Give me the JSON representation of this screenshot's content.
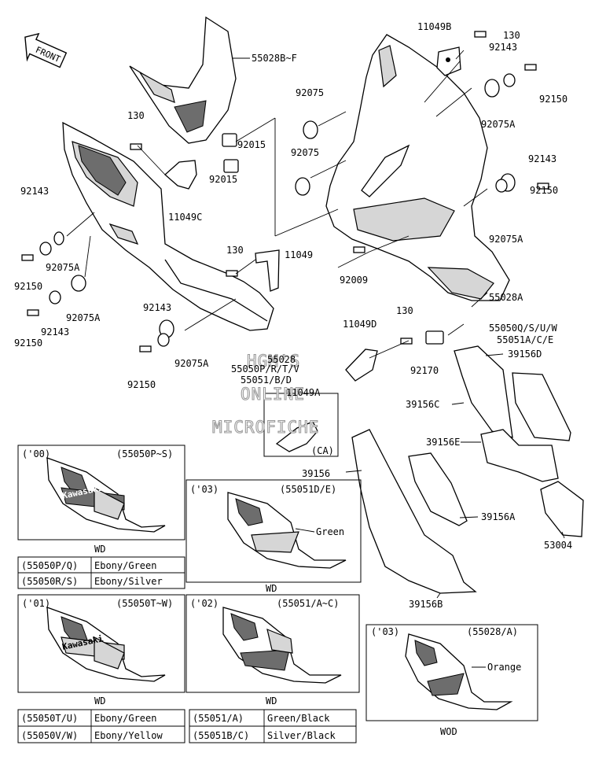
{
  "front_label": "FRONT",
  "watermark": [
    "HGM'S",
    "ONLINE",
    "MICROFICHE"
  ],
  "callouts": {
    "c_55028BF": "55028B~F",
    "c_11049B": "11049B",
    "c_130_tr": "130",
    "c_92143_tr": "92143",
    "c_92150_tr": "92150",
    "c_92075A_tr": "92075A",
    "c_92075_a": "92075",
    "c_92075_b": "92075",
    "c_130_tl": "130",
    "c_92015_a": "92015",
    "c_92015_b": "92015",
    "c_11049C": "11049C",
    "c_92143_r2": "92143",
    "c_92150_r2": "92150",
    "c_92075A_r2": "92075A",
    "c_92143_l1": "92143",
    "c_92075A_l1": "92075A",
    "c_92150_l1": "92150",
    "c_92075A_l2": "92075A",
    "c_92143_l2": "92143",
    "c_92150_l2": "92150",
    "c_130_m": "130",
    "c_11049": "11049",
    "c_92009": "92009",
    "c_55028A": "55028A",
    "c_55050QSUW": "55050Q/S/U/W",
    "c_55051ACE": "55051A/C/E",
    "c_92143_b": "92143",
    "c_92075A_b": "92075A",
    "c_92150_b": "92150",
    "c_55028": "55028",
    "c_55050PRTV": "55050P/R/T/V",
    "c_55051BD": "55051/B/D",
    "c_11049D": "11049D",
    "c_130_r": "130",
    "c_92170": "92170",
    "c_39156D": "39156D",
    "c_11049A": "11049A",
    "c_CA": "(CA)",
    "c_39156C": "39156C",
    "c_39156E": "39156E",
    "c_39156": "39156",
    "c_39156A": "39156A",
    "c_53004": "53004",
    "c_39156B": "39156B"
  },
  "variants": {
    "v00": {
      "year": "('00)",
      "code": "(55050P~S)",
      "caption": "WD",
      "rows": [
        [
          "(55050P/Q)",
          "Ebony/Green"
        ],
        [
          "(55050R/S)",
          "Ebony/Silver"
        ]
      ]
    },
    "v01": {
      "year": "('01)",
      "code": "(55050T~W)",
      "caption": "WD",
      "rows": [
        [
          "(55050T/U)",
          "Ebony/Green"
        ],
        [
          "(55050V/W)",
          "Ebony/Yellow"
        ]
      ]
    },
    "v03a": {
      "year": "('03)",
      "code": "(55051D/E)",
      "caption": "WD",
      "note": "Green"
    },
    "v02": {
      "year": "('02)",
      "code": "(55051/A~C)",
      "caption": "WD",
      "rows": [
        [
          "(55051/A)",
          "Green/Black"
        ],
        [
          "(55051B/C)",
          "Silver/Black"
        ]
      ]
    },
    "v03b": {
      "year": "('03)",
      "code": "(55028/A)",
      "caption": "WOD",
      "note": "Orange"
    }
  },
  "decals": {
    "kawasaki_00": "Kawasaki",
    "kawasaki_01": "Kawasaki"
  }
}
